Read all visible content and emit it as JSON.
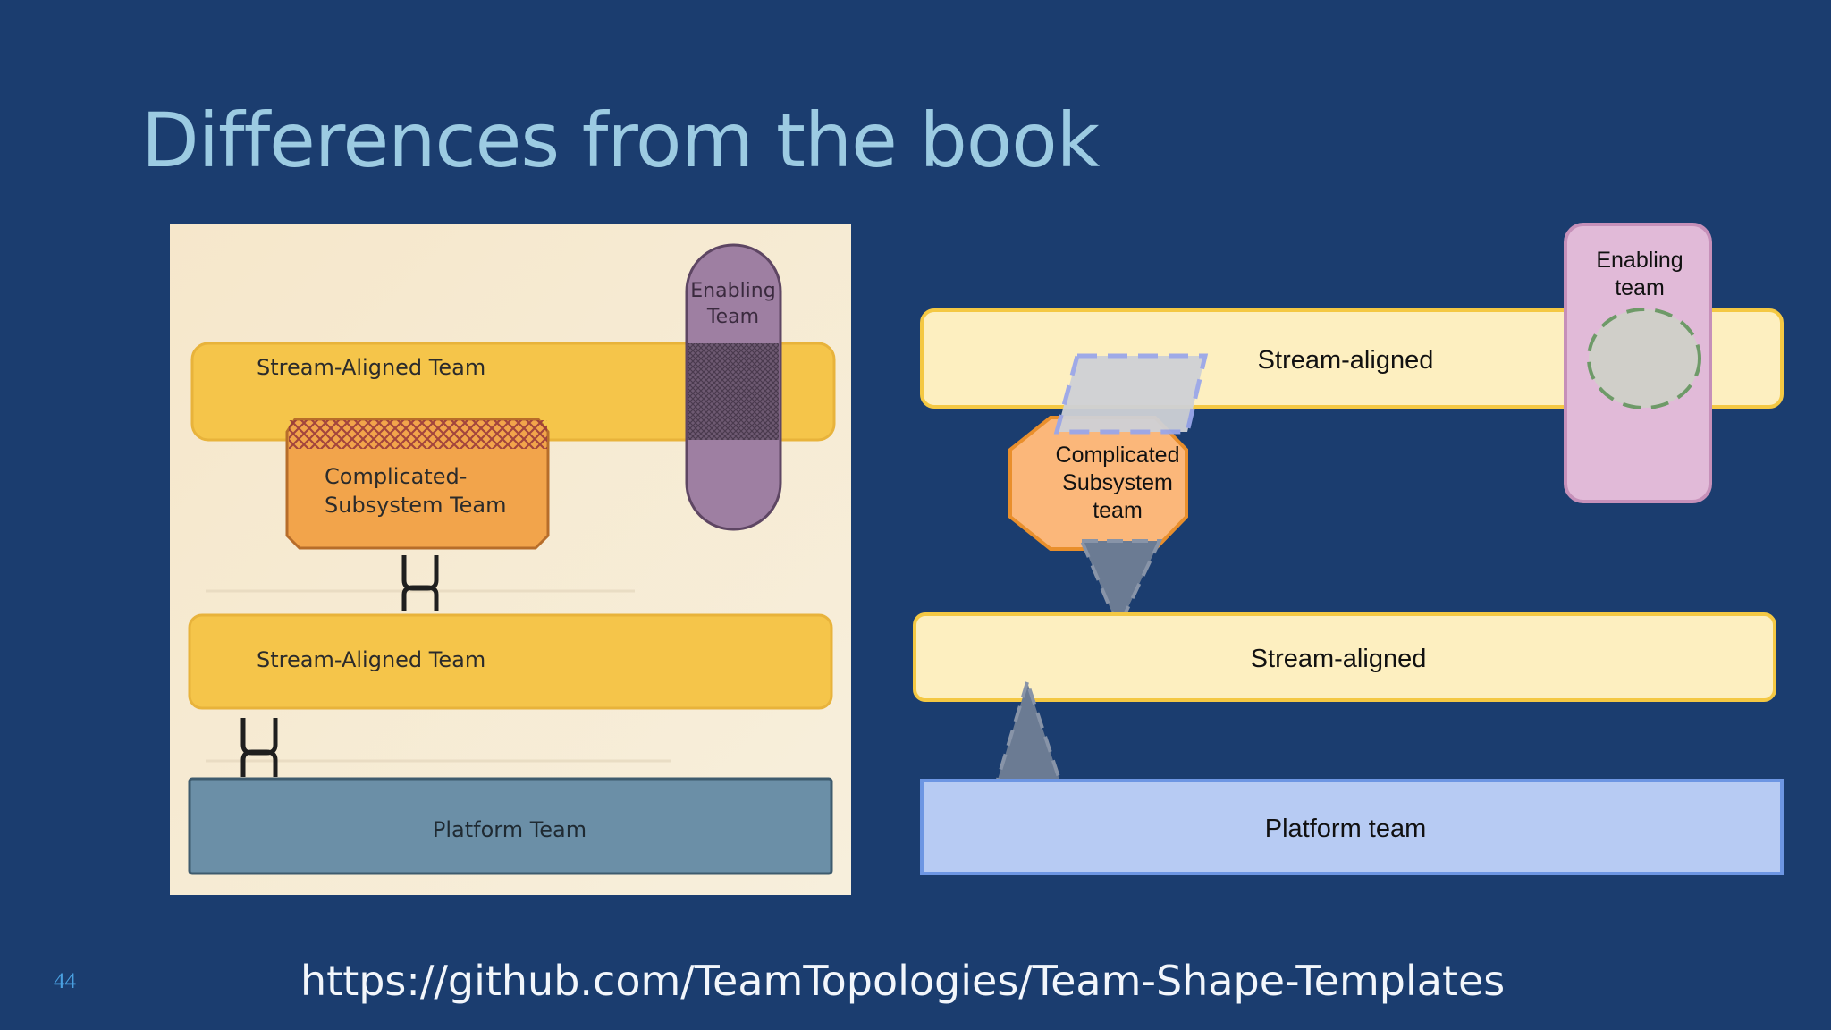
{
  "slide": {
    "title": "Differences from the book",
    "url": "https://github.com/TeamTopologies/Team-Shape-Templates",
    "page_number": "44"
  },
  "book_figure": {
    "enabling_line1": "Enabling",
    "enabling_line2": "Team",
    "stream_top": "Stream-Aligned Team",
    "complicated_line1": "Complicated-",
    "complicated_line2": "Subsystem Team",
    "stream_bottom": "Stream-Aligned Team",
    "platform": "Platform Team"
  },
  "template_diagram": {
    "enabling_line1": "Enabling",
    "enabling_line2": "team",
    "stream_top": "Stream-aligned",
    "complicated_line1": "Complicated",
    "complicated_line2": "Subsystem",
    "complicated_line3": "team",
    "stream_bottom": "Stream-aligned",
    "platform": "Platform team"
  },
  "colors": {
    "background": "#1b3d6f",
    "title": "#9ccbe2",
    "stream_fill": "#fdefc0",
    "stream_stroke": "#f4c843",
    "complicated_fill": "#fbb77a",
    "complicated_stroke": "#e98f2c",
    "enabling_fill": "#e1bad8",
    "enabling_stroke": "#c690b9",
    "platform_fill": "#b7cbf3",
    "platform_stroke": "#6d96e3"
  }
}
